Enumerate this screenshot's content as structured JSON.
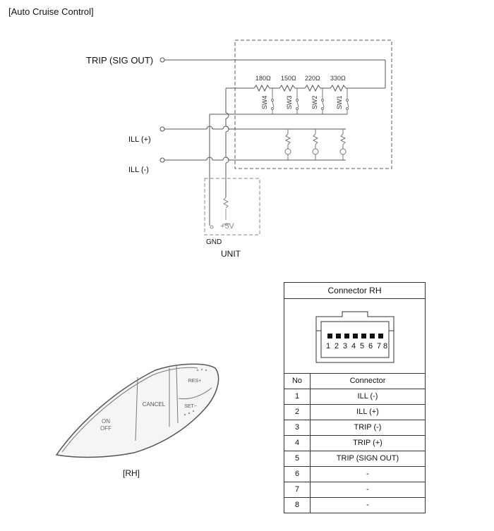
{
  "title": "[Auto Cruise Control]",
  "circuit": {
    "trip_label": "TRIP (SIG OUT)",
    "ill_plus_label": "ILL (+)",
    "ill_minus_label": "ILL (-)",
    "gnd_label": "GND",
    "unit_label": "UNIT",
    "voltage_label": "+5V",
    "resistors": [
      "180Ω",
      "150Ω",
      "220Ω",
      "330Ω"
    ],
    "switches": [
      "SW4",
      "SW3",
      "SW2",
      "SW1"
    ]
  },
  "switch_image": {
    "caption": "[RH]",
    "on_off_label_top": "ON",
    "on_off_label_bottom": "OFF",
    "cancel_label": "CANCEL",
    "res_label": "RES+",
    "set_label": "SET−"
  },
  "connector": {
    "title": "Connector RH",
    "pin_numbers": [
      "1",
      "2",
      "3",
      "4",
      "5",
      "6",
      "7",
      "8"
    ],
    "col_no": "No",
    "col_connector": "Connector",
    "rows": [
      {
        "no": "1",
        "name": "ILL (-)"
      },
      {
        "no": "2",
        "name": "ILL (+)"
      },
      {
        "no": "3",
        "name": "TRIP (-)"
      },
      {
        "no": "4",
        "name": "TRIP (+)"
      },
      {
        "no": "5",
        "name": "TRIP (SIGN OUT)"
      },
      {
        "no": "6",
        "name": "-"
      },
      {
        "no": "7",
        "name": "-"
      },
      {
        "no": "8",
        "name": "-"
      }
    ]
  }
}
